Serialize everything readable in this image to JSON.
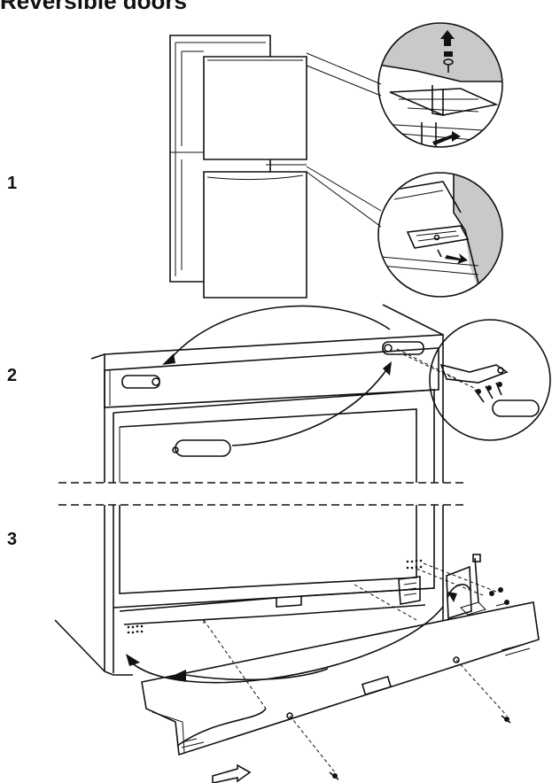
{
  "title": "Reversible doors",
  "steps": [
    "1",
    "2",
    "3"
  ]
}
